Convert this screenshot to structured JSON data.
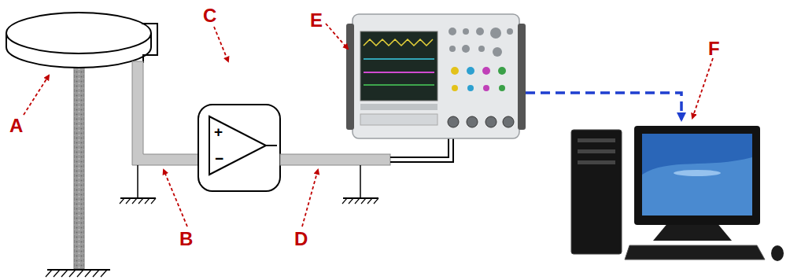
{
  "diagram": {
    "labels": [
      "A",
      "B",
      "C",
      "D",
      "E",
      "F",
      "+",
      "−"
    ]
  }
}
